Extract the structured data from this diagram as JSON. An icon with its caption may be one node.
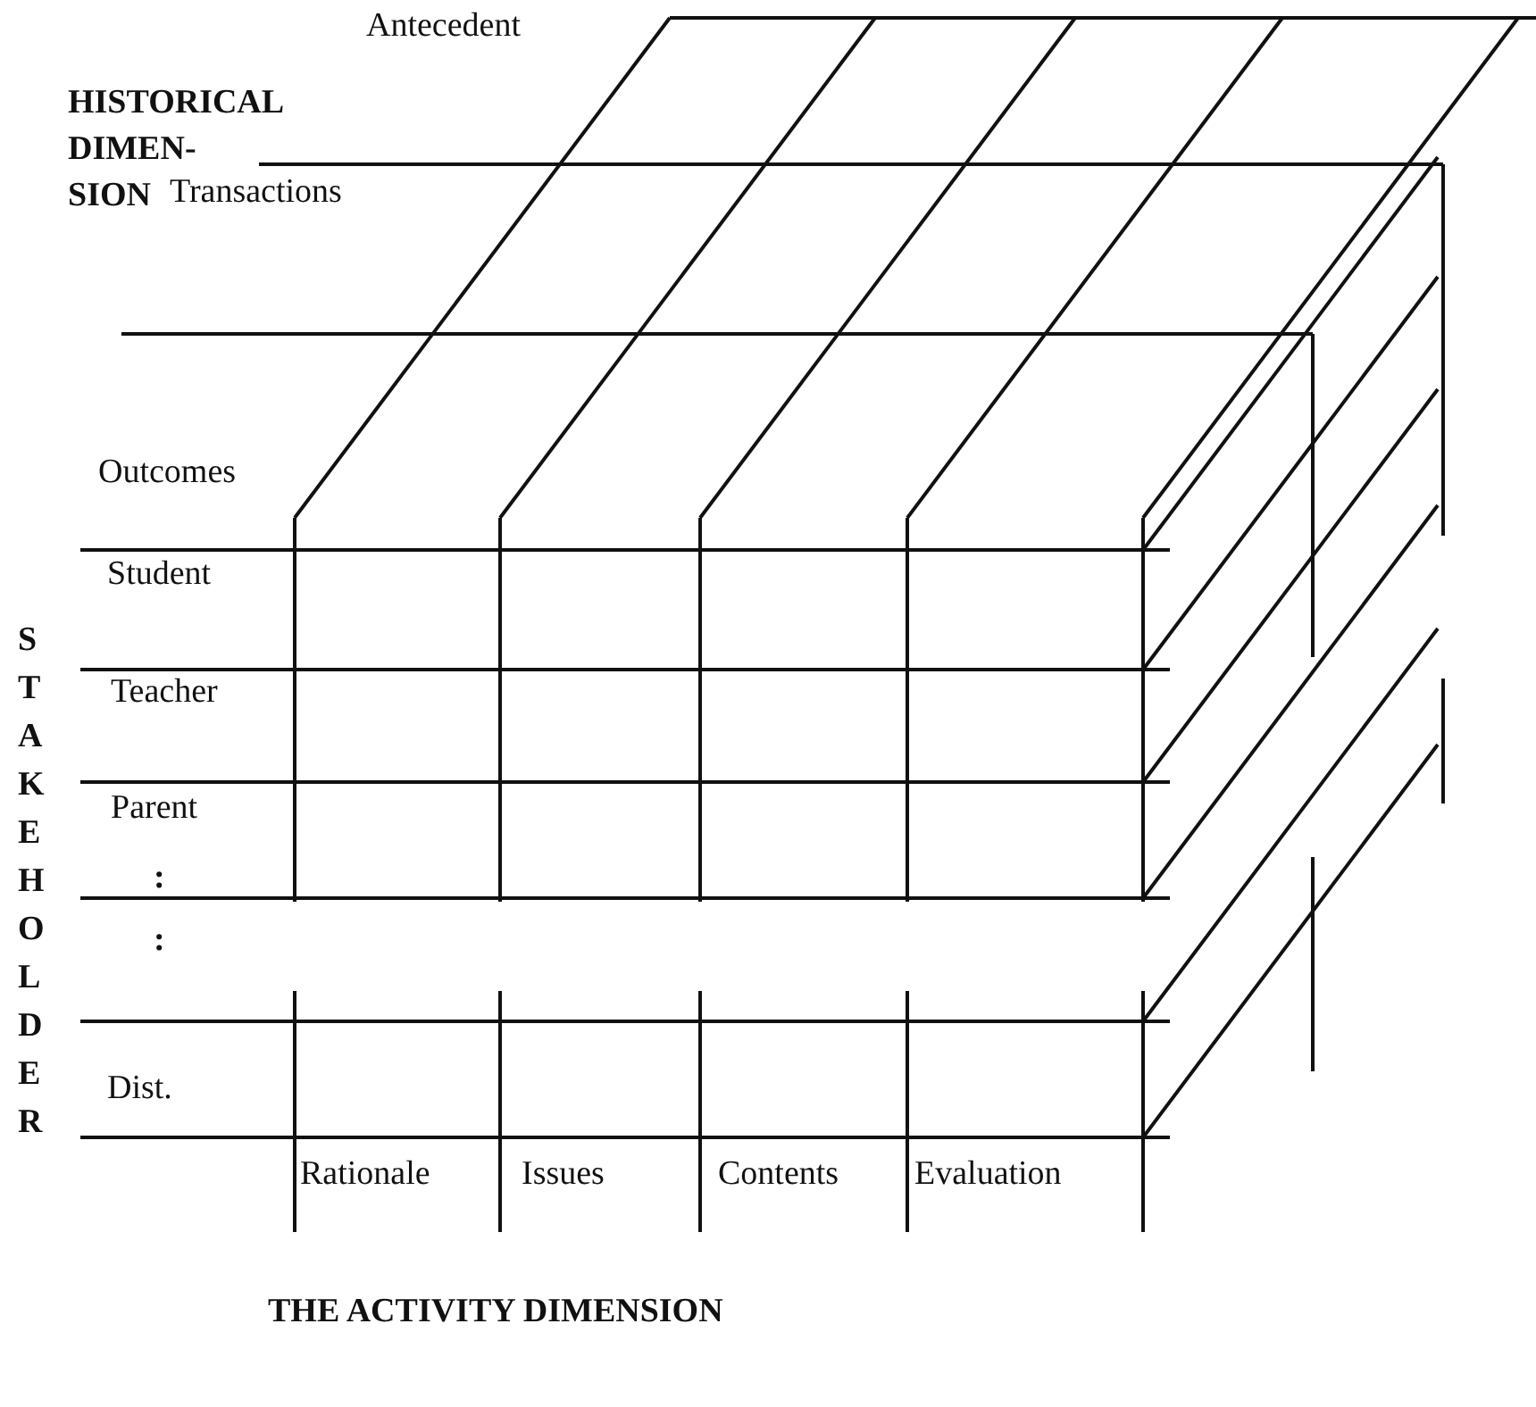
{
  "diagram": {
    "labels": [
      "Antecedent",
      "HISTORICAL DIMEN- SION",
      "Transactions",
      "Outcomes",
      "Student",
      "Teacher",
      "Parent",
      ":",
      ":",
      "Dist.",
      "STAKEHOLDER",
      "Rationale",
      "Issues",
      "Contents",
      "Evaluation",
      "THE ACTIVITY DIMENSION"
    ]
  }
}
